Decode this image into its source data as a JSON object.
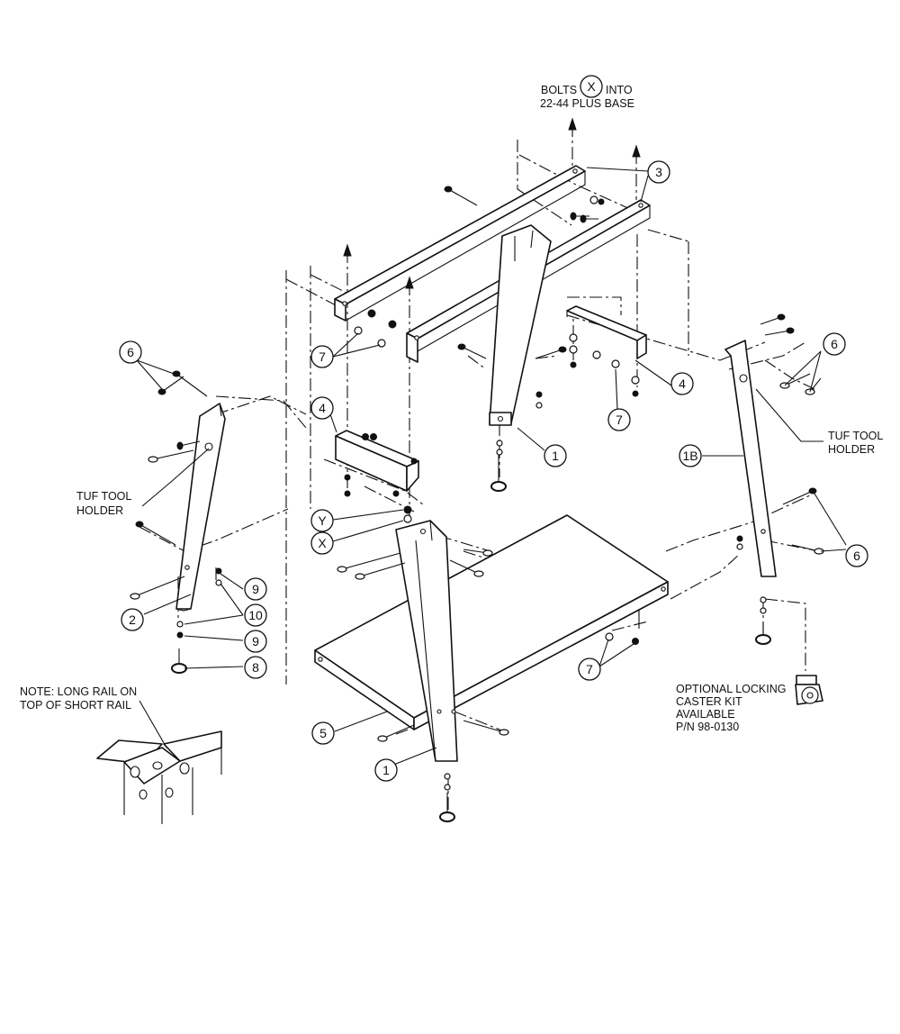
{
  "balloons": {
    "b1_left": "1",
    "b1_front": "1",
    "b1b": "1B",
    "b2": "2",
    "b3": "3",
    "b4_left": "4",
    "b4_right": "4",
    "b5": "5",
    "b6_left": "6",
    "b6_right_top": "6",
    "b6_right_bottom": "6",
    "b7_left": "7",
    "b7_mid": "7",
    "b7_front": "7",
    "b8": "8",
    "b9_top": "9",
    "b9_bottom": "9",
    "b10": "10",
    "bx_top": "X",
    "bx": "X",
    "by": "Y"
  },
  "notes": {
    "bolts_line1_a": "BOLTS",
    "bolts_line1_b": "INTO",
    "bolts_line2": "22-44 PLUS BASE",
    "tuf_left_1": "TUF TOOL",
    "tuf_left_2": "HOLDER",
    "tuf_right_1": "TUF TOOL",
    "tuf_right_2": "HOLDER",
    "rail_note_1": "NOTE:  LONG RAIL ON",
    "rail_note_2": "TOP OF SHORT RAIL",
    "caster_1": "OPTIONAL LOCKING",
    "caster_2": "CASTER KIT",
    "caster_3": "AVAILABLE",
    "caster_4": "P/N 98-0130"
  },
  "icons": [
    "bolt-icon",
    "washer-icon",
    "nut-icon",
    "leveler-foot-icon",
    "caster-icon"
  ],
  "colors": {
    "line": "#111111",
    "background": "#ffffff"
  }
}
